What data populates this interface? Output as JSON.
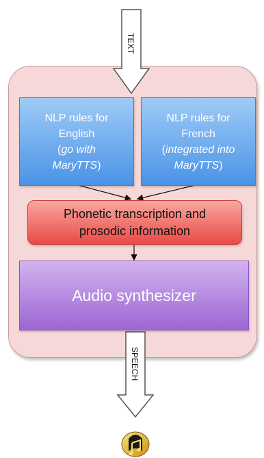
{
  "input_arrow": {
    "label": "TEXT"
  },
  "output_arrow": {
    "label": "SPEECH"
  },
  "nlp_english": {
    "line1": "NLP rules for",
    "line2": "English",
    "note_open": "(",
    "note_italic_1": "go with",
    "note_italic_2": "MaryTTS",
    "note_close": ")"
  },
  "nlp_french": {
    "line1": "NLP rules for",
    "line2": "French",
    "note_open": "(",
    "note_italic_1": "integrated into",
    "note_italic_2": "MaryTTS",
    "note_close": ")"
  },
  "phonetic": {
    "line1": "Phonetic transcription and",
    "line2": "prosodic information"
  },
  "synth": {
    "label": "Audio synthesizer"
  },
  "output_icon": {
    "icon": "music-note-icon"
  },
  "colors": {
    "container": "#f7d8d8",
    "nlp_box": "#4a93e6",
    "phonetic_box": "#e84b44",
    "synth_box": "#9c66d3"
  }
}
